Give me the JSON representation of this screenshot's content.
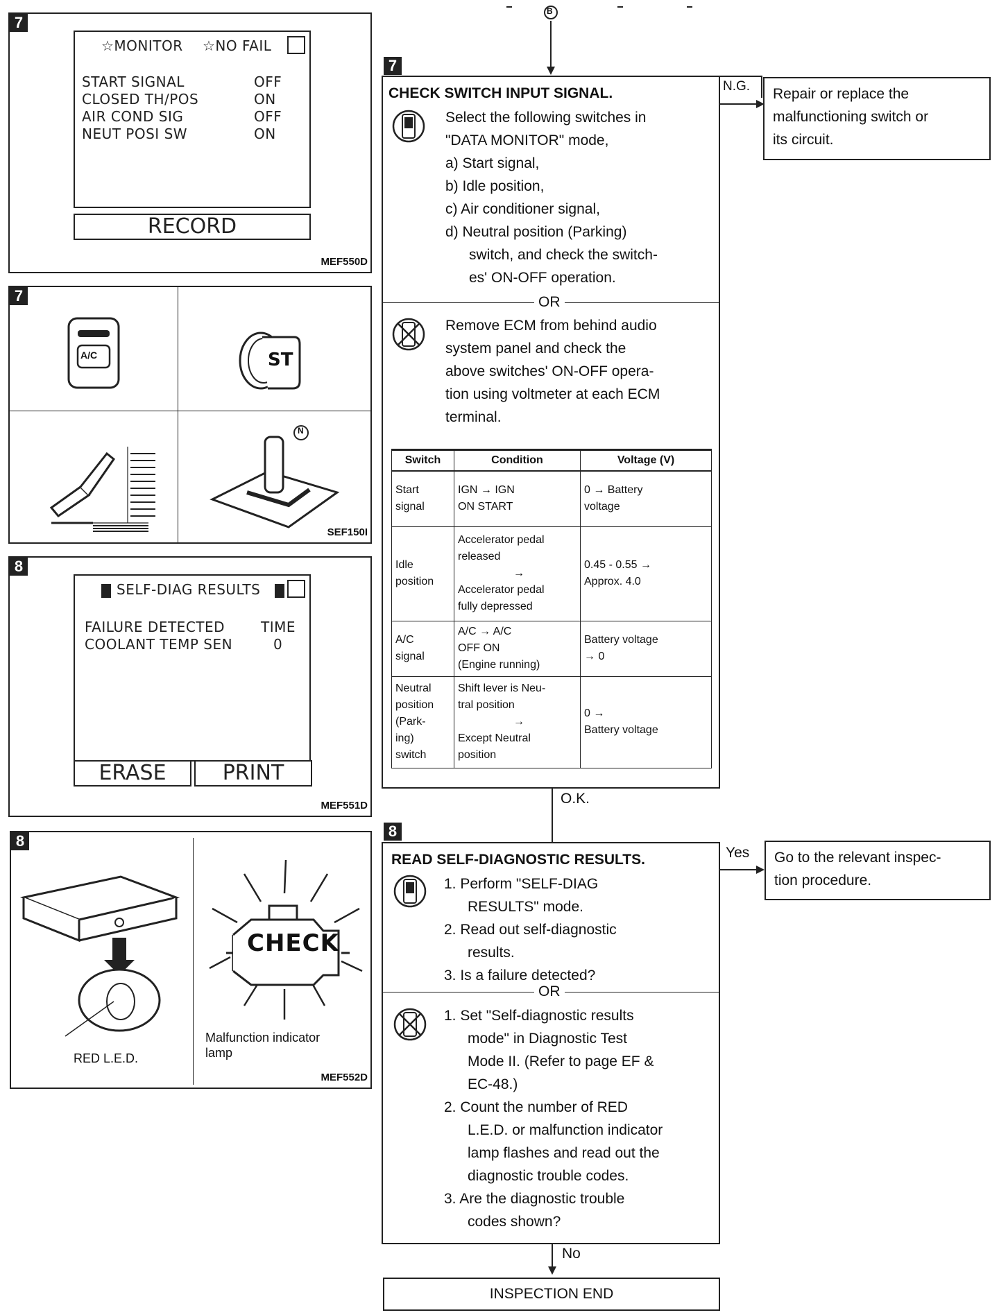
{
  "top_connector": "B",
  "fig1": {
    "step": "7",
    "screen_title_left": "☆MONITOR",
    "screen_title_right": "☆NO FAIL",
    "rows": [
      {
        "name": "START SIGNAL",
        "value": "OFF"
      },
      {
        "name": "CLOSED TH/POS",
        "value": "ON"
      },
      {
        "name": "AIR COND SIG",
        "value": "OFF"
      },
      {
        "name": "NEUT POSI SW",
        "value": "ON"
      }
    ],
    "button": "RECORD",
    "code": "MEF550D"
  },
  "fig2": {
    "step": "7",
    "ac_label": "A/C",
    "st_label": "ST",
    "n_label": "N",
    "code": "SEF150I"
  },
  "fig3": {
    "step": "8",
    "screen_title": "SELF-DIAG RESULTS",
    "col1": "FAILURE DETECTED",
    "col2": "TIME",
    "row_name": "COOLANT TEMP SEN",
    "row_value": "0",
    "erase": "ERASE",
    "print": "PRINT",
    "code": "MEF551D"
  },
  "fig4": {
    "step": "8",
    "led_label": "RED L.E.D.",
    "check_text": "CHECK",
    "mil_label_1": "Malfunction indicator",
    "mil_label_2": "lamp",
    "code": "MEF552D"
  },
  "step7": {
    "num": "7",
    "title": "CHECK SWITCH INPUT SIGNAL.",
    "intro_1": "Select the following switches in",
    "intro_2": "\"DATA MONITOR\" mode,",
    "items": [
      "a)  Start signal,",
      "b)  Idle position,",
      "c)  Air conditioner signal,",
      "d)  Neutral position (Parking)"
    ],
    "item_d_2": "switch, and check the switch-",
    "item_d_3": "es' ON-OFF operation.",
    "or": "OR",
    "alt_lines": [
      "Remove ECM from behind audio",
      "system panel and check the",
      "above switches' ON-OFF opera-",
      "tion using voltmeter at each ECM",
      "terminal."
    ],
    "table": {
      "headers": [
        "Switch",
        "Condition",
        "Voltage (V)"
      ],
      "rows": [
        {
          "switch": [
            "Start",
            "signal"
          ],
          "condition": [
            "IGN → IGN",
            "ON      START"
          ],
          "voltage": [
            "0 → Battery",
            "voltage"
          ]
        },
        {
          "switch": [
            "Idle",
            "position"
          ],
          "condition": [
            "Accelerator pedal",
            "released",
            "→",
            "Accelerator pedal",
            "fully depressed"
          ],
          "voltage": [
            "0.45 - 0.55 →",
            "Approx. 4.0"
          ]
        },
        {
          "switch": [
            "A/C",
            "signal"
          ],
          "condition": [
            "A/C → A/C",
            "OFF      ON",
            "(Engine running)"
          ],
          "voltage": [
            "Battery voltage",
            "→ 0"
          ]
        },
        {
          "switch": [
            "Neutral",
            "position",
            "(Park-",
            "ing)",
            "switch"
          ],
          "condition": [
            "Shift lever is Neu-",
            "tral position",
            "→",
            "Except Neutral",
            "position"
          ],
          "voltage": [
            "0 →",
            "Battery voltage"
          ]
        }
      ]
    },
    "ng_label": "N.G.",
    "ng_box": [
      "Repair or replace the",
      "malfunctioning switch or",
      "its circuit."
    ],
    "ok_label": "O.K."
  },
  "step8": {
    "num": "8",
    "title": "READ SELF-DIAGNOSTIC RESULTS.",
    "items": [
      "1.  Perform \"SELF-DIAG",
      "RESULTS\" mode.",
      "2.  Read out self-diagnostic",
      "results.",
      "3.  Is a failure detected?"
    ],
    "or": "OR",
    "alt_items": [
      "1.  Set \"Self-diagnostic results",
      "mode\" in Diagnostic Test",
      "Mode II. (Refer to page EF &",
      "EC-48.)",
      "2.  Count the number of RED",
      "L.E.D. or malfunction indicator",
      "lamp flashes and read out the",
      "diagnostic trouble codes.",
      "3.  Are the diagnostic trouble",
      "codes shown?"
    ],
    "yes_label": "Yes",
    "yes_box": [
      "Go to the relevant inspec-",
      "tion procedure."
    ],
    "no_label": "No"
  },
  "end_box": "INSPECTION END"
}
